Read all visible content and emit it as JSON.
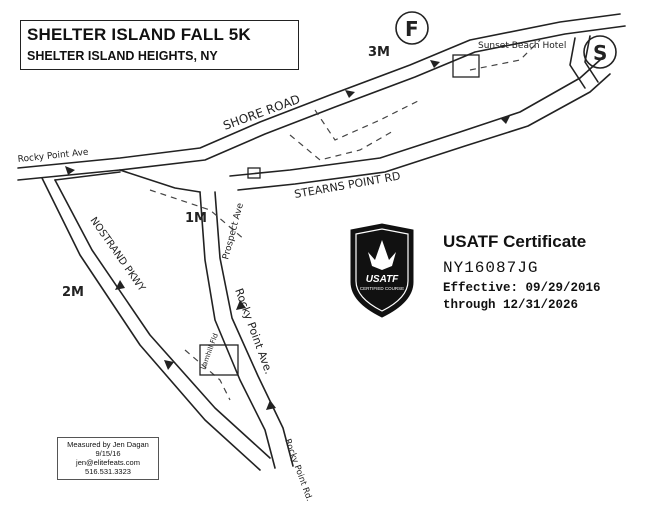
{
  "header": {
    "title": "SHELTER ISLAND FALL 5K",
    "subtitle": "SHELTER ISLAND HEIGHTS, NY"
  },
  "map": {
    "roads": {
      "shore_road": "SHORE ROAD",
      "stearns_point": "STEARNS POINT RD",
      "rocky_point_ave_left": "Rocky Point Ave",
      "nostrand_pkwy": "NOSTRAND PKWY",
      "prospect_ave": "Prospect Ave",
      "rocky_point_ave_main": "Rocky Point Ave.",
      "rocky_point_rd": "Rocky Point Rd."
    },
    "landmark": "Sunset Beach Hotel",
    "markers": {
      "finish": "F",
      "start": "S",
      "mile1": "1M",
      "mile2": "2M",
      "mile3": "3M",
      "hill_label": "Lamhill Fld"
    }
  },
  "certificate": {
    "title": "USATF Certificate",
    "id": "NY16087JG",
    "effective": "Effective: 09/29/2016",
    "through": "through 12/31/2026",
    "badge_name": "USATF",
    "badge_sub": "CERTIFIED COURSE"
  },
  "measured_by": {
    "line1": "Measured by Jen Dagan",
    "line2": "9/15/16",
    "line3": "jen@elitefeats.com",
    "line4": "516.531.3323"
  },
  "colors": {
    "ink": "#222222",
    "badge_fill": "#111111",
    "badge_text": "#ffffff"
  }
}
